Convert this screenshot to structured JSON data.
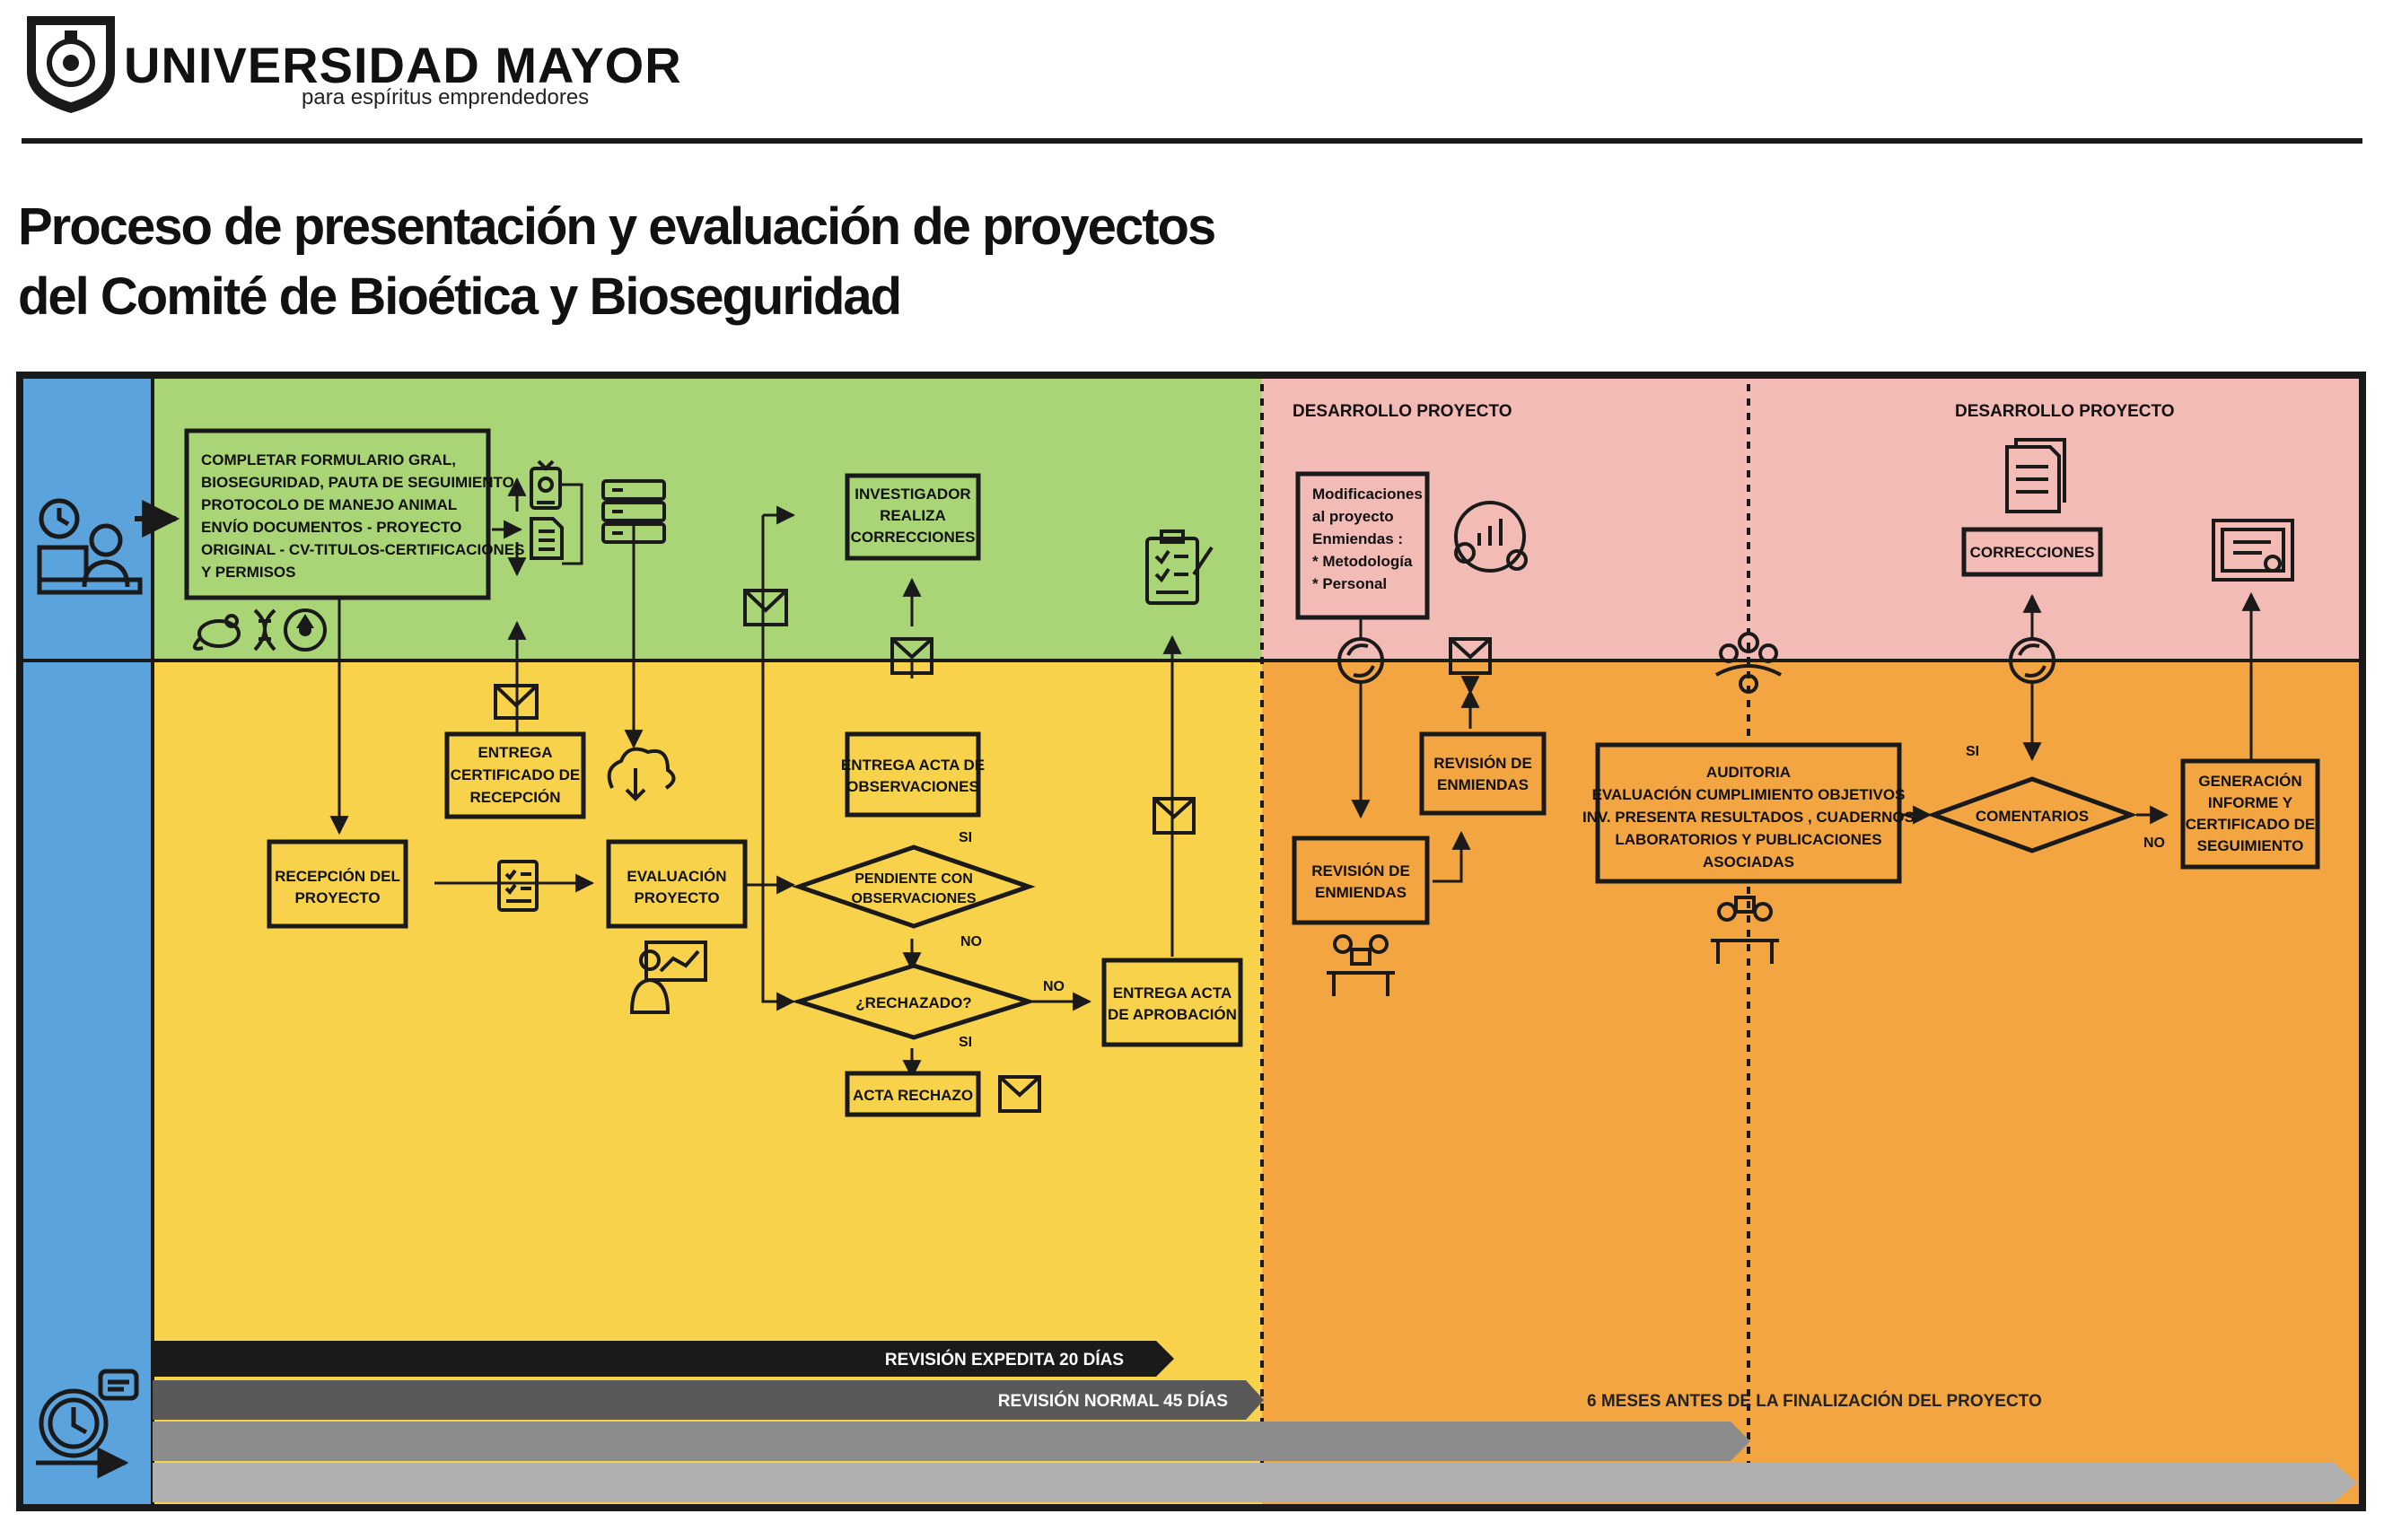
{
  "header": {
    "university_name": "UNIVERSIDAD MAYOR",
    "tagline": "para espíritus emprendedores",
    "title_line1": "Proceso de presentación y evaluación de proyectos",
    "title_line2": "del Comité de Bioética y Bioseguridad"
  },
  "colors": {
    "blue_lane": "#5ba3dc",
    "green_zone": "#aad576",
    "yellow_zone": "#f7d24a",
    "pink_zone": "#f2bbb5",
    "orange_zone": "#f2a541",
    "box_border": "#1a1a1a"
  },
  "section_labels": {
    "development_1": "DESARROLLO PROYECTO",
    "development_2": "DESARROLLO PROYECTO"
  },
  "boxes": {
    "form": [
      "COMPLETAR FORMULARIO GRAL,",
      "BIOSEGURIDAD, PAUTA DE SEGUIMIENTO,",
      "PROTOCOLO DE MANEJO ANIMAL",
      "ENVÍO DOCUMENTOS - PROYECTO",
      "ORIGINAL - CV-TITULOS-CERTIFICACIONES",
      "Y PERMISOS"
    ],
    "reception_cert": [
      "ENTREGA",
      "CERTIFICADO DE",
      "RECEPCIÓN"
    ],
    "reception": [
      "RECEPCIÓN DEL",
      "PROYECTO"
    ],
    "evaluation": [
      "EVALUACIÓN",
      "PROYECTO"
    ],
    "investigator": [
      "INVESTIGADOR",
      "REALIZA",
      "CORRECCIONES"
    ],
    "obs_act": [
      "ENTREGA ACTA DE",
      "OBSERVACIONES"
    ],
    "reject_act": [
      "ACTA RECHAZO"
    ],
    "approval": [
      "ENTREGA ACTA",
      "DE APROBACIÓN"
    ],
    "modifications": [
      "Modificaciones",
      "al proyecto",
      "Enmiendas :",
      "* Metodología",
      "* Personal"
    ],
    "amend_review_upper": [
      "REVISIÓN DE",
      "ENMIENDAS"
    ],
    "amend_review_lower": [
      "REVISIÓN DE",
      "ENMIENDAS"
    ],
    "audit": [
      "AUDITORIA",
      "EVALUACIÓN CUMPLIMIENTO OBJETIVOS",
      "INV. PRESENTA RESULTADOS , CUADERNOS",
      "LABORATORIOS Y PUBLICACIONES",
      "ASOCIADAS"
    ],
    "corrections": [
      "CORRECCIONES"
    ],
    "report": [
      "GENERACIÓN",
      "INFORME Y",
      "CERTIFICADO DE",
      "SEGUIMIENTO"
    ]
  },
  "decisions": {
    "pending": [
      "PENDIENTE CON",
      "OBSERVACIONES"
    ],
    "rejected": [
      "¿RECHAZADO?"
    ],
    "comments": [
      "COMENTARIOS"
    ]
  },
  "edge_labels": {
    "pending_yes": "SI",
    "pending_no": "NO",
    "rejected_no": "NO",
    "rejected_yes": "SI",
    "comments_yes": "SI",
    "comments_no": "NO"
  },
  "timeline": {
    "expedited": "REVISIÓN EXPEDITA 20 DÍAS",
    "normal": "REVISIÓN NORMAL  45 DÍAS",
    "six_months": "6 MESES ANTES DE LA FINALIZACIÓN DEL PROYECTO"
  },
  "icons": [
    "shield-logo-icon",
    "clock-person-icon",
    "rat-icon",
    "dna-icon",
    "radiation-icon",
    "id-card-icon",
    "document-icon",
    "server-icon",
    "envelope-icon",
    "cloud-download-icon",
    "checklist-icon",
    "presenter-icon",
    "clipboard-icon",
    "refresh-icon",
    "chart-cycle-icon",
    "team-icon",
    "meeting-icon",
    "files-icon",
    "certificate-icon",
    "stopwatch-icon"
  ]
}
